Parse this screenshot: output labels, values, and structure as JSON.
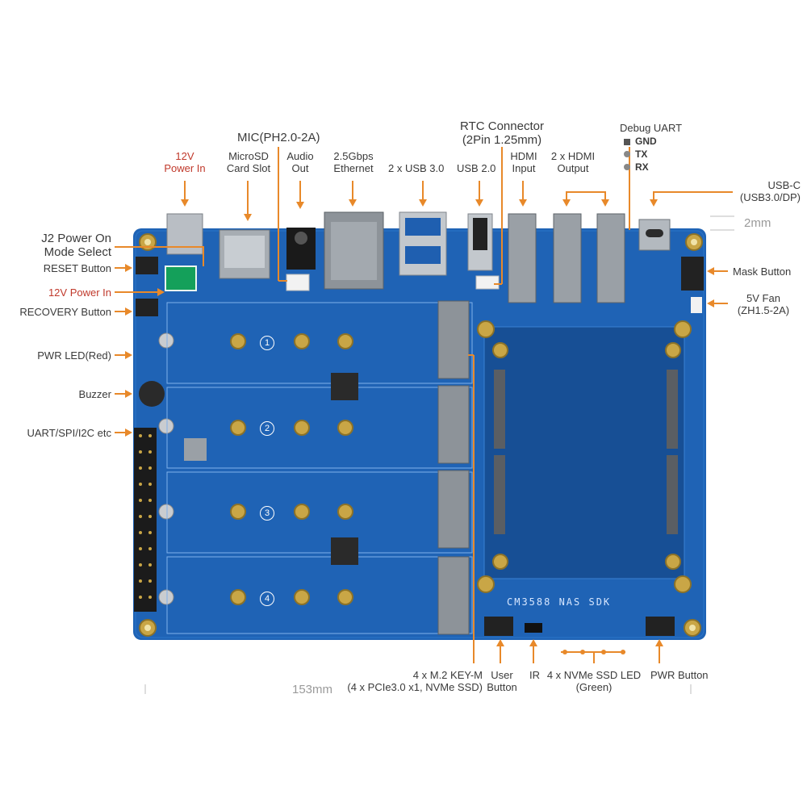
{
  "labels": {
    "power_in_top": "12V\nPower In",
    "microsd": "MicroSD\nCard Slot",
    "mic": "MIC(PH2.0-2A)",
    "audio": "Audio\nOut",
    "ethernet": "2.5Gbps\nEthernet",
    "usb3": "2 x USB 3.0",
    "usb2": "USB 2.0",
    "rtc": "RTC Connector\n(2Pin 1.25mm)",
    "hdmi_in": "HDMI\nInput",
    "hdmi_out": "2 x HDMI\nOutput",
    "debug_uart": "Debug UART",
    "uart_gnd": "GND",
    "uart_tx": "TX",
    "uart_rx": "RX",
    "usbc": "USB-C\n(USB3.0/DP)",
    "j2": "J2 Power On\nMode Select",
    "reset": "RESET Button",
    "power_in_left": "12V Power In",
    "recovery": "RECOVERY Button",
    "pwr_led": "PWR LED(Red)",
    "buzzer": "Buzzer",
    "uart_spi": "UART/SPI/I2C etc",
    "mask": "Mask Button",
    "fan": "5V Fan\n(ZH1.5-2A)",
    "m2": "4 x M.2 KEY-M\n(4 x PCIe3.0 x1, NVMe SSD)",
    "user_btn": "User\nButton",
    "ir": "IR",
    "ssd_led": "4 x NVMe SSD LED\n(Green)",
    "pwr_btn": "PWR Button"
  },
  "dimensions": {
    "width": "153mm",
    "height": "2mm"
  },
  "board": {
    "sdk_text": "CM3588 NAS SDK",
    "slot_numbers": [
      "1",
      "2",
      "3",
      "4"
    ],
    "colors": {
      "pcb": "#1f63b5",
      "pcb_dark": "#174f95",
      "callout": "#e8892a",
      "label_red": "#c0392b"
    }
  }
}
